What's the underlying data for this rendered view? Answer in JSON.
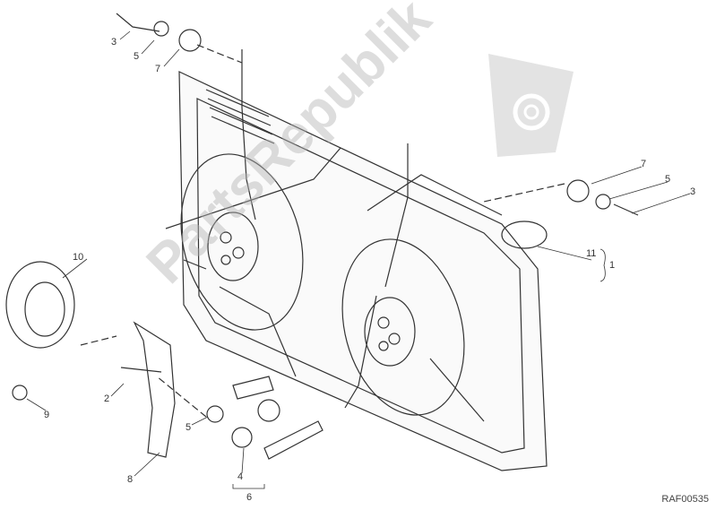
{
  "diagram": {
    "reference_code": "RAF00535",
    "watermark": "PartsRepublik",
    "line_color": "#333333",
    "callouts": [
      {
        "id": "c3a",
        "text": "3"
      },
      {
        "id": "c5a",
        "text": "5"
      },
      {
        "id": "c7a",
        "text": "7"
      },
      {
        "id": "c7b",
        "text": "7"
      },
      {
        "id": "c5b",
        "text": "5"
      },
      {
        "id": "c3b",
        "text": "3"
      },
      {
        "id": "c11",
        "text": "11"
      },
      {
        "id": "c1",
        "text": "1"
      },
      {
        "id": "c10",
        "text": "10"
      },
      {
        "id": "c2",
        "text": "2"
      },
      {
        "id": "c9",
        "text": "9"
      },
      {
        "id": "c5c",
        "text": "5"
      },
      {
        "id": "c8",
        "text": "8"
      },
      {
        "id": "c4",
        "text": "4"
      },
      {
        "id": "c6",
        "text": "6"
      }
    ]
  }
}
